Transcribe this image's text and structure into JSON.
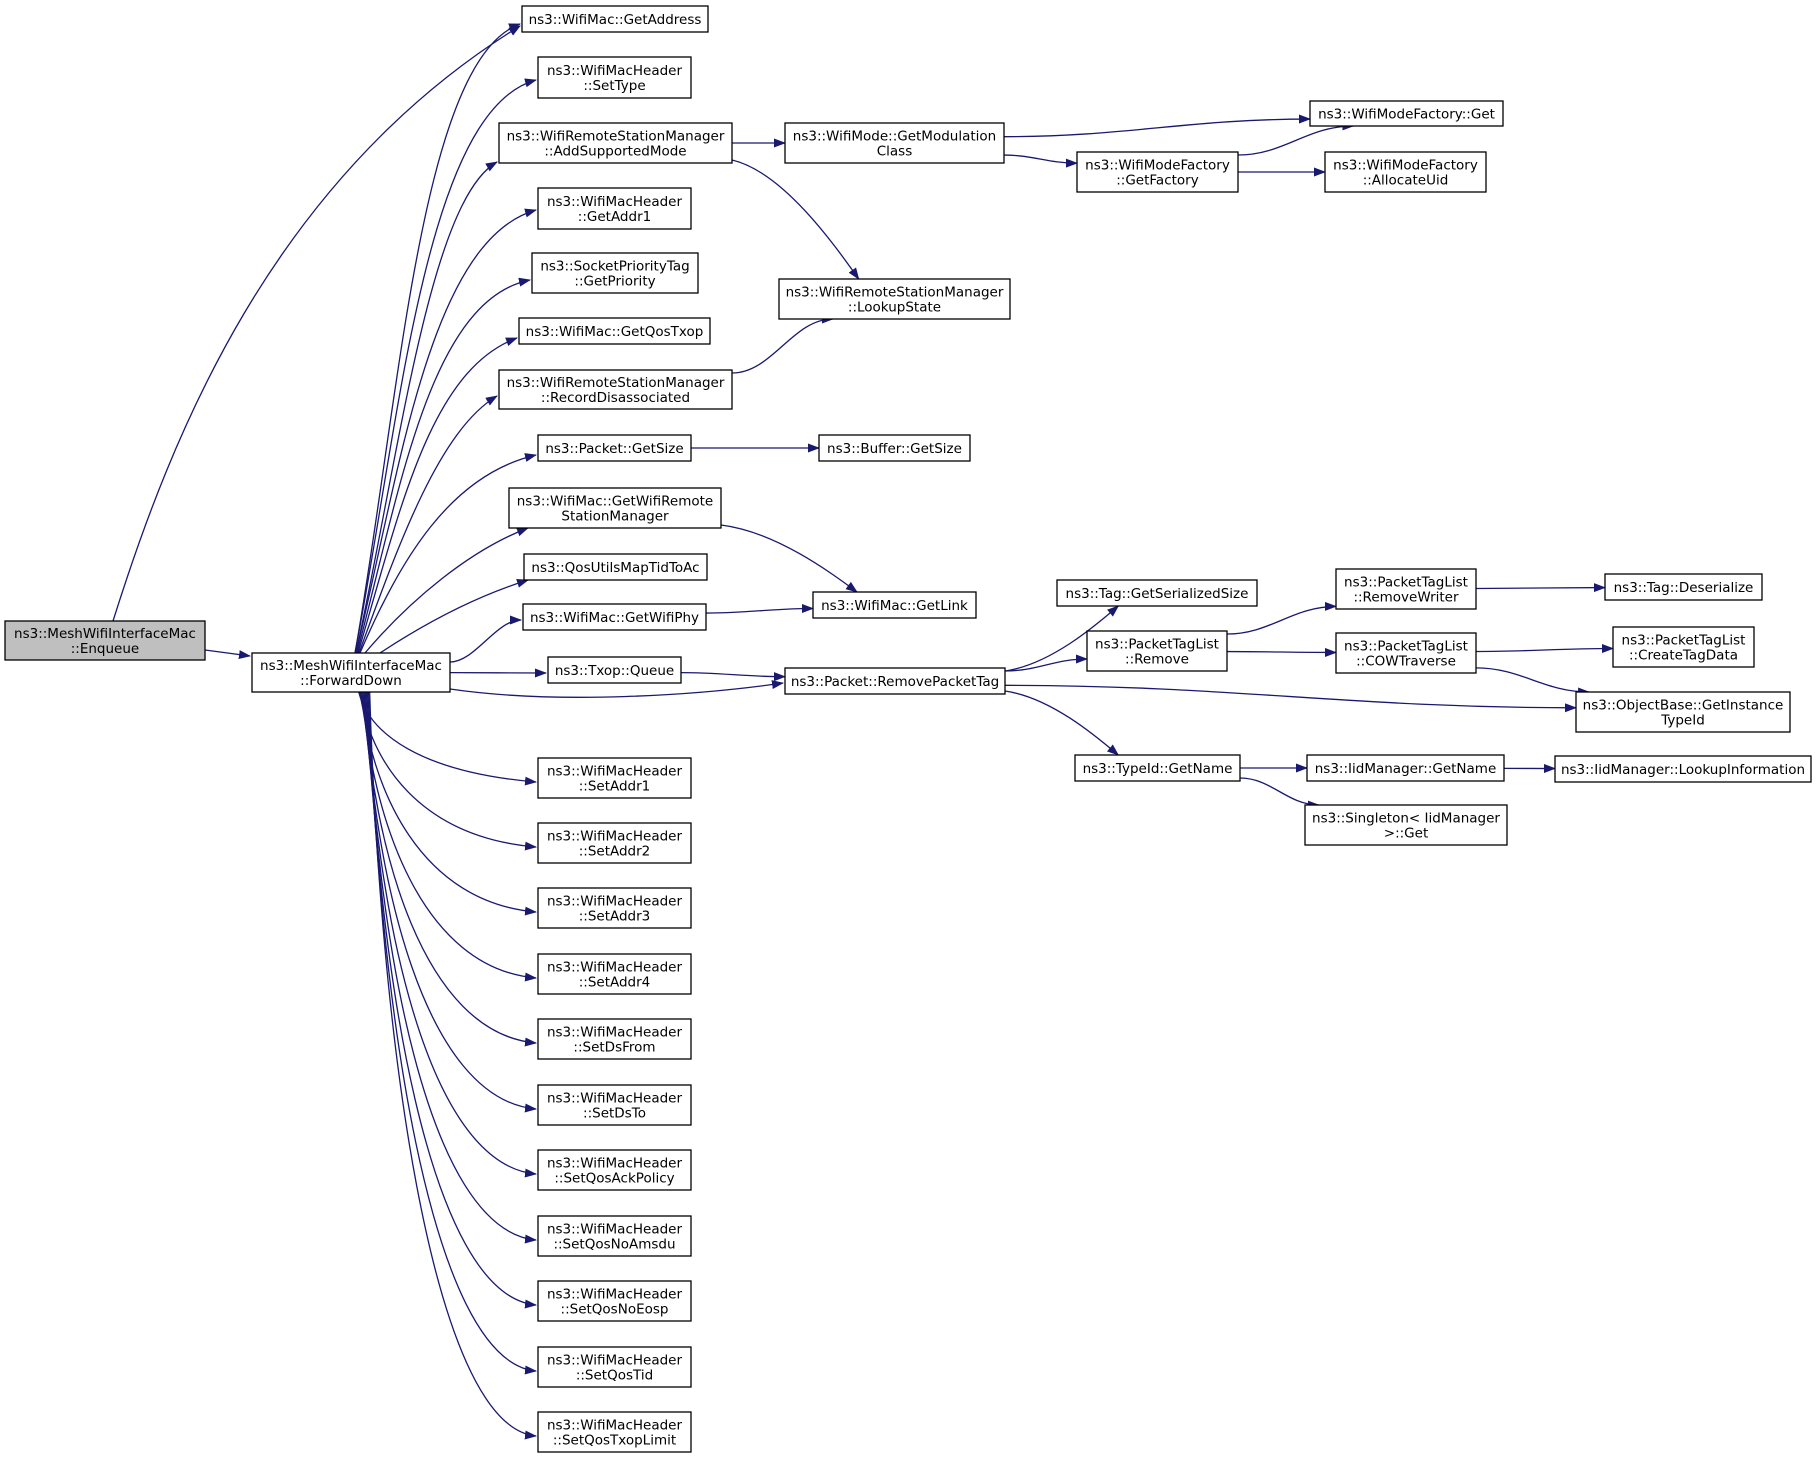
{
  "colors": {
    "edge": "#191970",
    "node_fill": "#ffffff",
    "node_stroke": "#000000",
    "root_fill": "#bfbfbf",
    "text": "#000000"
  },
  "nodes": [
    {
      "id": "enqueue",
      "lines": [
        "ns3::MeshWifiInterfaceMac",
        "::Enqueue"
      ],
      "root": true
    },
    {
      "id": "forwarddown",
      "lines": [
        "ns3::MeshWifiInterfaceMac",
        "::ForwardDown"
      ]
    },
    {
      "id": "getaddress",
      "lines": [
        "ns3::WifiMac::GetAddress"
      ]
    },
    {
      "id": "settype",
      "lines": [
        "ns3::WifiMacHeader",
        "::SetType"
      ]
    },
    {
      "id": "addsupportedmode",
      "lines": [
        "ns3::WifiRemoteStationManager",
        "::AddSupportedMode"
      ]
    },
    {
      "id": "getaddr1",
      "lines": [
        "ns3::WifiMacHeader",
        "::GetAddr1"
      ]
    },
    {
      "id": "getpriority",
      "lines": [
        "ns3::SocketPriorityTag",
        "::GetPriority"
      ]
    },
    {
      "id": "getqostxop",
      "lines": [
        "ns3::WifiMac::GetQosTxop"
      ]
    },
    {
      "id": "recorddisassociated",
      "lines": [
        "ns3::WifiRemoteStationManager",
        "::RecordDisassociated"
      ]
    },
    {
      "id": "packetgetsize",
      "lines": [
        "ns3::Packet::GetSize"
      ]
    },
    {
      "id": "getwifiremotestationmanager",
      "lines": [
        "ns3::WifiMac::GetWifiRemote",
        "StationManager"
      ]
    },
    {
      "id": "qosutilsmaptidtoac",
      "lines": [
        "ns3::QosUtilsMapTidToAc"
      ]
    },
    {
      "id": "getwifiphy",
      "lines": [
        "ns3::WifiMac::GetWifiPhy"
      ]
    },
    {
      "id": "txopqueue",
      "lines": [
        "ns3::Txop::Queue"
      ]
    },
    {
      "id": "setaddr1",
      "lines": [
        "ns3::WifiMacHeader",
        "::SetAddr1"
      ]
    },
    {
      "id": "setaddr2",
      "lines": [
        "ns3::WifiMacHeader",
        "::SetAddr2"
      ]
    },
    {
      "id": "setaddr3",
      "lines": [
        "ns3::WifiMacHeader",
        "::SetAddr3"
      ]
    },
    {
      "id": "setaddr4",
      "lines": [
        "ns3::WifiMacHeader",
        "::SetAddr4"
      ]
    },
    {
      "id": "setdsfrom",
      "lines": [
        "ns3::WifiMacHeader",
        "::SetDsFrom"
      ]
    },
    {
      "id": "setdsto",
      "lines": [
        "ns3::WifiMacHeader",
        "::SetDsTo"
      ]
    },
    {
      "id": "setqosackpolicy",
      "lines": [
        "ns3::WifiMacHeader",
        "::SetQosAckPolicy"
      ]
    },
    {
      "id": "setqosnoamsdu",
      "lines": [
        "ns3::WifiMacHeader",
        "::SetQosNoAmsdu"
      ]
    },
    {
      "id": "setqosnoeosp",
      "lines": [
        "ns3::WifiMacHeader",
        "::SetQosNoEosp"
      ]
    },
    {
      "id": "setqostid",
      "lines": [
        "ns3::WifiMacHeader",
        "::SetQosTid"
      ]
    },
    {
      "id": "setqostxoplimit",
      "lines": [
        "ns3::WifiMacHeader",
        "::SetQosTxopLimit"
      ]
    },
    {
      "id": "getmodulationclass",
      "lines": [
        "ns3::WifiMode::GetModulation",
        "Class"
      ]
    },
    {
      "id": "lookupstate",
      "lines": [
        "ns3::WifiRemoteStationManager",
        "::LookupState"
      ]
    },
    {
      "id": "buffergetsize",
      "lines": [
        "ns3::Buffer::GetSize"
      ]
    },
    {
      "id": "getlink",
      "lines": [
        "ns3::WifiMac::GetLink"
      ]
    },
    {
      "id": "removepackettag",
      "lines": [
        "ns3::Packet::RemovePacketTag"
      ]
    },
    {
      "id": "wifimodefactoryget",
      "lines": [
        "ns3::WifiModeFactory::Get"
      ]
    },
    {
      "id": "getfactory",
      "lines": [
        "ns3::WifiModeFactory",
        "::GetFactory"
      ]
    },
    {
      "id": "allocateuid",
      "lines": [
        "ns3::WifiModeFactory",
        "::AllocateUid"
      ]
    },
    {
      "id": "getserializedsize",
      "lines": [
        "ns3::Tag::GetSerializedSize"
      ]
    },
    {
      "id": "packettaglistremove",
      "lines": [
        "ns3::PacketTagList",
        "::Remove"
      ]
    },
    {
      "id": "typeidgetname",
      "lines": [
        "ns3::TypeId::GetName"
      ]
    },
    {
      "id": "removewriter",
      "lines": [
        "ns3::PacketTagList",
        "::RemoveWriter"
      ]
    },
    {
      "id": "cowtraverse",
      "lines": [
        "ns3::PacketTagList",
        "::COWTraverse"
      ]
    },
    {
      "id": "iidmanagergetname",
      "lines": [
        "ns3::IidManager::GetName"
      ]
    },
    {
      "id": "singletonget",
      "lines": [
        "ns3::Singleton< IidManager",
        " >::Get"
      ]
    },
    {
      "id": "tagdeserialize",
      "lines": [
        "ns3::Tag::Deserialize"
      ]
    },
    {
      "id": "createtagdata",
      "lines": [
        "ns3::PacketTagList",
        "::CreateTagData"
      ]
    },
    {
      "id": "getinstancetypeid",
      "lines": [
        "ns3::ObjectBase::GetInstance",
        "TypeId"
      ]
    },
    {
      "id": "lookupinformation",
      "lines": [
        "ns3::IidManager::LookupInformation"
      ]
    }
  ],
  "edges": [
    {
      "from": "enqueue",
      "to": "getaddress"
    },
    {
      "from": "enqueue",
      "to": "forwarddown"
    },
    {
      "from": "forwarddown",
      "to": "getaddress"
    },
    {
      "from": "forwarddown",
      "to": "settype"
    },
    {
      "from": "forwarddown",
      "to": "addsupportedmode"
    },
    {
      "from": "forwarddown",
      "to": "getaddr1"
    },
    {
      "from": "forwarddown",
      "to": "getpriority"
    },
    {
      "from": "forwarddown",
      "to": "getqostxop"
    },
    {
      "from": "forwarddown",
      "to": "recorddisassociated"
    },
    {
      "from": "forwarddown",
      "to": "packetgetsize"
    },
    {
      "from": "forwarddown",
      "to": "getwifiremotestationmanager"
    },
    {
      "from": "forwarddown",
      "to": "qosutilsmaptidtoac"
    },
    {
      "from": "forwarddown",
      "to": "getwifiphy"
    },
    {
      "from": "forwarddown",
      "to": "txopqueue"
    },
    {
      "from": "forwarddown",
      "to": "removepackettag"
    },
    {
      "from": "forwarddown",
      "to": "setaddr1"
    },
    {
      "from": "forwarddown",
      "to": "setaddr2"
    },
    {
      "from": "forwarddown",
      "to": "setaddr3"
    },
    {
      "from": "forwarddown",
      "to": "setaddr4"
    },
    {
      "from": "forwarddown",
      "to": "setdsfrom"
    },
    {
      "from": "forwarddown",
      "to": "setdsto"
    },
    {
      "from": "forwarddown",
      "to": "setqosackpolicy"
    },
    {
      "from": "forwarddown",
      "to": "setqosnoamsdu"
    },
    {
      "from": "forwarddown",
      "to": "setqosnoeosp"
    },
    {
      "from": "forwarddown",
      "to": "setqostid"
    },
    {
      "from": "forwarddown",
      "to": "setqostxoplimit"
    },
    {
      "from": "addsupportedmode",
      "to": "getmodulationclass"
    },
    {
      "from": "addsupportedmode",
      "to": "lookupstate"
    },
    {
      "from": "recorddisassociated",
      "to": "lookupstate"
    },
    {
      "from": "packetgetsize",
      "to": "buffergetsize"
    },
    {
      "from": "getwifiremotestationmanager",
      "to": "getlink"
    },
    {
      "from": "getwifiphy",
      "to": "getlink"
    },
    {
      "from": "txopqueue",
      "to": "removepackettag"
    },
    {
      "from": "getmodulationclass",
      "to": "wifimodefactoryget"
    },
    {
      "from": "getmodulationclass",
      "to": "getfactory"
    },
    {
      "from": "getfactory",
      "to": "wifimodefactoryget"
    },
    {
      "from": "getfactory",
      "to": "allocateuid"
    },
    {
      "from": "removepackettag",
      "to": "getserializedsize"
    },
    {
      "from": "removepackettag",
      "to": "packettaglistremove"
    },
    {
      "from": "removepackettag",
      "to": "getinstancetypeid"
    },
    {
      "from": "removepackettag",
      "to": "typeidgetname"
    },
    {
      "from": "packettaglistremove",
      "to": "removewriter"
    },
    {
      "from": "packettaglistremove",
      "to": "cowtraverse"
    },
    {
      "from": "removewriter",
      "to": "tagdeserialize"
    },
    {
      "from": "cowtraverse",
      "to": "createtagdata"
    },
    {
      "from": "cowtraverse",
      "to": "getinstancetypeid"
    },
    {
      "from": "typeidgetname",
      "to": "iidmanagergetname"
    },
    {
      "from": "typeidgetname",
      "to": "singletonget"
    },
    {
      "from": "iidmanagergetname",
      "to": "lookupinformation"
    }
  ]
}
